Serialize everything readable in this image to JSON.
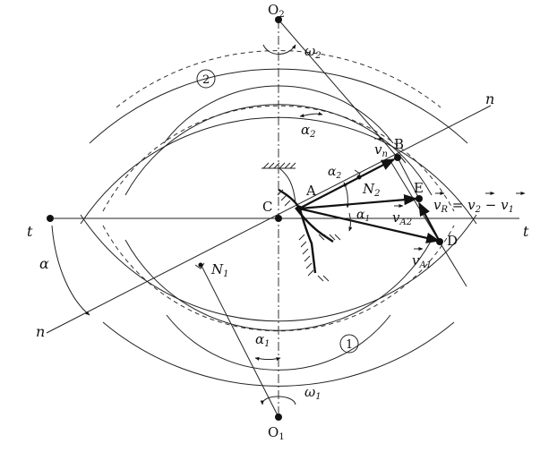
{
  "labels": {
    "O2": "O",
    "O2_sub": "2",
    "O1": "O",
    "O1_sub": "1",
    "omega2": "ω",
    "omega2_sub": "2",
    "omega1": "ω",
    "omega1_sub": "1",
    "wheel2": "2",
    "wheel1": "1",
    "alpha2": "α",
    "alpha2_sub": "2",
    "alpha1": "α",
    "alpha1_sub": "1",
    "alpha2_at_A": "α",
    "alpha2_at_A_sub": "2",
    "alpha1_at_A": "α",
    "alpha1_at_A_sub": "1",
    "alpha": "α",
    "A": "A",
    "B": "B",
    "C": "C",
    "D": "D",
    "E": "E",
    "N1": "N",
    "N1_sub": "1",
    "N2": "N",
    "N2_sub": "2",
    "t_left": "t",
    "t_right": "t",
    "n_top": "n",
    "n_bottom": "n",
    "vn": "v",
    "vn_sub": "n",
    "vA2": "v",
    "vA2_sub": "A2",
    "vA1": "v",
    "vA1_sub": "A1",
    "vR_eq_a": "v",
    "vR_eq_a_sub": "R",
    "vR_eq_eq": " = ",
    "vR_eq_b": "v",
    "vR_eq_b_sub": "2",
    "vR_eq_minus": " − ",
    "vR_eq_c": "v",
    "vR_eq_c_sub": "1"
  }
}
